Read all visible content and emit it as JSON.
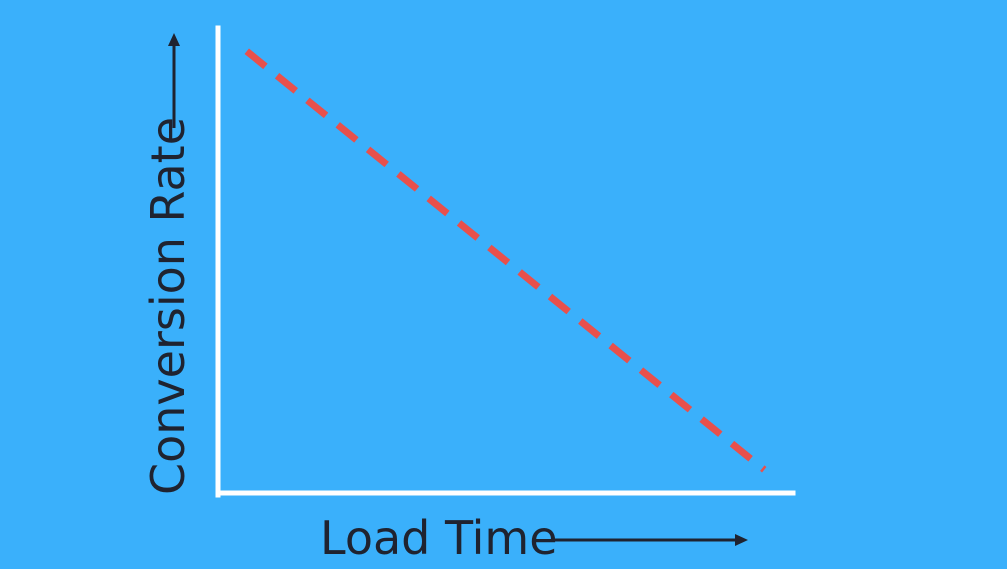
{
  "chart_data": {
    "type": "line",
    "title": "",
    "xlabel": "Load Time",
    "ylabel": "Conversion Rate",
    "axis_ticks": false,
    "grid": false,
    "legend": "none",
    "series": [
      {
        "style": "dashed",
        "color": "#e8504c",
        "x": [
          0.05,
          0.95
        ],
        "y": [
          0.95,
          0.05
        ]
      }
    ],
    "xlim": [
      0,
      1
    ],
    "ylim": [
      0,
      1
    ]
  },
  "colors": {
    "background": "#3ab0fb",
    "axes": "#ffffff",
    "trend": "#e8504c",
    "labels": "#1f2330"
  }
}
